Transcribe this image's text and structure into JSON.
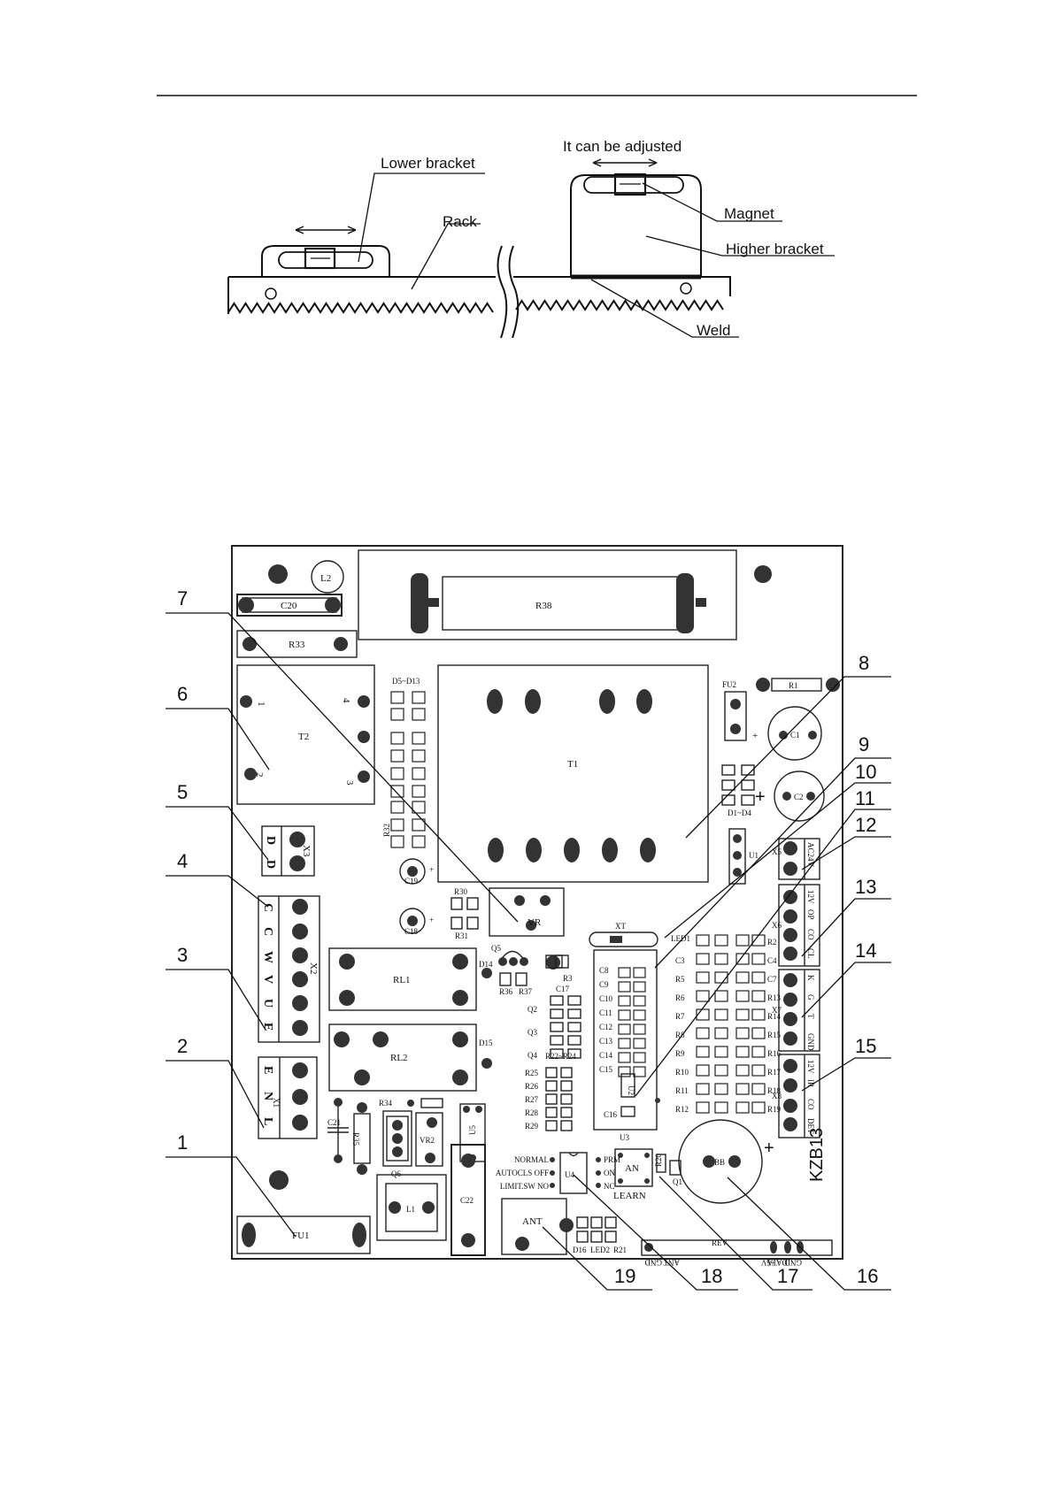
{
  "rack_figure": {
    "labels": {
      "lower_bracket": "Lower bracket",
      "adjustable": "It can be adjusted",
      "rack": "Rack",
      "magnet": "Magnet",
      "higher_bracket": "Higher bracket",
      "weld": "Weld"
    }
  },
  "board": {
    "model": "KZB13",
    "callouts": [
      "1",
      "2",
      "3",
      "4",
      "5",
      "6",
      "7",
      "8",
      "9",
      "10",
      "11",
      "12",
      "13",
      "14",
      "15",
      "16",
      "17",
      "18",
      "19"
    ],
    "components": {
      "L2": "L2",
      "C20": "C20",
      "R33": "R33",
      "R38": "R38",
      "T2": "T2",
      "T1": "T1",
      "D5_D13": "D5~D13",
      "R32": "R32",
      "C19": "C19",
      "C18": "C18",
      "R30": "R30",
      "R31": "R31",
      "VR": "VR",
      "XT": "XT",
      "FU2": "FU2",
      "R1": "R1",
      "C1": "C1",
      "C2": "C2",
      "D1_D4": "D1~D4",
      "U1": "U1",
      "Q5": "Q5",
      "R3": "R3",
      "RL1": "RL1",
      "RL2": "RL2",
      "D14": "D14",
      "D15": "D15",
      "R36": "R36",
      "R37": "R37",
      "C17": "C17",
      "Q2": "Q2",
      "Q3": "Q3",
      "Q4": "Q4",
      "R22_R24": "R22~R24",
      "R34": "R34",
      "R35": "R35",
      "C21": "C21",
      "Q6": "Q6",
      "VR2": "VR2",
      "U5": "U5",
      "C22": "C22",
      "L1": "L1",
      "FU1": "FU1",
      "U2": "U2",
      "C16": "C16",
      "U3": "U3",
      "U4": "U4",
      "AN": "AN",
      "LEARN": "LEARN",
      "Q1": "Q1",
      "R20": "R20",
      "BB": "BB",
      "ANT": "ANT",
      "D16": "D16",
      "LED2": "LED2",
      "R21": "R21",
      "REV": "REV",
      "LED1": "LED1",
      "X1": "X1",
      "X2": "X2",
      "X3": "X3",
      "X5": "X5",
      "X6": "X6",
      "X7": "X7",
      "X8": "X8"
    },
    "cap_col": [
      "C8",
      "C9",
      "C10",
      "C11",
      "C12",
      "C13",
      "C14",
      "C15"
    ],
    "res_col_mid": [
      "R25",
      "R26",
      "R27",
      "R28",
      "R29"
    ],
    "left_col_right": [
      "C3",
      "R5",
      "R6",
      "R7",
      "R8",
      "R9",
      "R10",
      "R11",
      "R12"
    ],
    "right_col_right": [
      "R2",
      "C4",
      "C7",
      "R13",
      "R14",
      "R15",
      "R16",
      "R17",
      "R18",
      "R19"
    ],
    "t2_pins": [
      "1",
      "4",
      "2",
      "3"
    ],
    "x3_pins": [
      "D",
      "D"
    ],
    "x2_pins": [
      "C",
      "C",
      "W",
      "V",
      "U",
      "E"
    ],
    "x1_pins": [
      "E",
      "N",
      "L"
    ],
    "x5_pins": [
      "AC24V"
    ],
    "x6_pins": [
      "12V",
      "OP",
      "CO",
      "CL"
    ],
    "x7_pins": [
      "K",
      "G",
      "T",
      "GND"
    ],
    "x8_pins": [
      "12V",
      "IR",
      "CO",
      "DET"
    ],
    "switch_left": [
      "NORMAL",
      "AUTOCLS OFF",
      "LIMIT.SW NO"
    ],
    "switch_right": [
      "PRM",
      "ON",
      "NC"
    ],
    "rev_pins": [
      "GND",
      "ANT",
      "+5V",
      "DATA",
      "GND"
    ],
    "plus_sign": "+"
  }
}
